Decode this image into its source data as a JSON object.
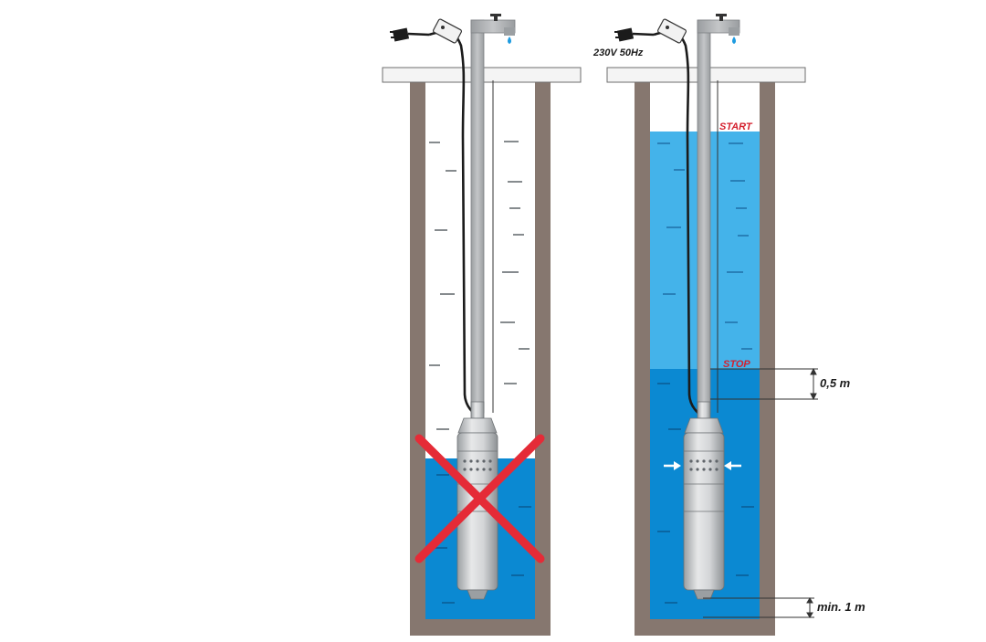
{
  "labels": {
    "voltage": "230V 50Hz",
    "start": "START",
    "stop": "STOP",
    "stop_gap": "0,5 m",
    "min_depth": "min. 1 m"
  },
  "panels": [
    {
      "id": "incorrect-installation",
      "crossed_out": true
    },
    {
      "id": "correct-installation",
      "crossed_out": false
    }
  ],
  "colors": {
    "well_wall": "#86776f",
    "cap": "#f4f4f4",
    "pipe": "#a9acae",
    "water_light": "#44b3ea",
    "water_deep": "#0b89d2",
    "cross": "#e52b37",
    "label_red": "#d4202e",
    "arrow": "#ffffff"
  }
}
